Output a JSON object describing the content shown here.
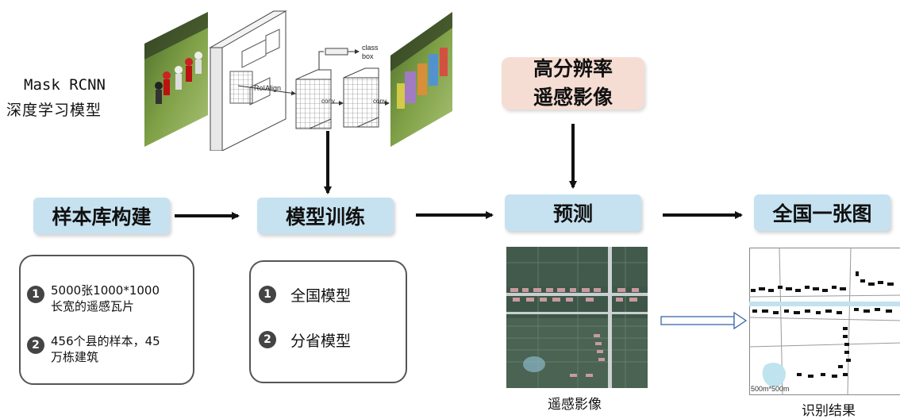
{
  "model_label": {
    "line1": "Mask RCNN",
    "line2": "深度学习模型"
  },
  "architecture": {
    "roi_align": "RoIAlign",
    "conv1": "conv",
    "conv2": "conv",
    "class": "class",
    "box": "box"
  },
  "hires": {
    "line1": "高分辨率",
    "line2": "遥感影像"
  },
  "steps": [
    "样本库构建",
    "模型训练",
    "预测",
    "全国一张图"
  ],
  "sample_info": [
    {
      "num": "1",
      "line1": "5000张1000*1000",
      "line2": "长宽的遥感瓦片"
    },
    {
      "num": "2",
      "line1": "456个县的样本，45",
      "line2": "万栋建筑"
    }
  ],
  "train_info": [
    {
      "num": "1",
      "text": "全国模型"
    },
    {
      "num": "2",
      "text": "分省模型"
    }
  ],
  "captions": {
    "remote": "遥感影像",
    "result": "识别结果",
    "scale": "500m*500m"
  }
}
